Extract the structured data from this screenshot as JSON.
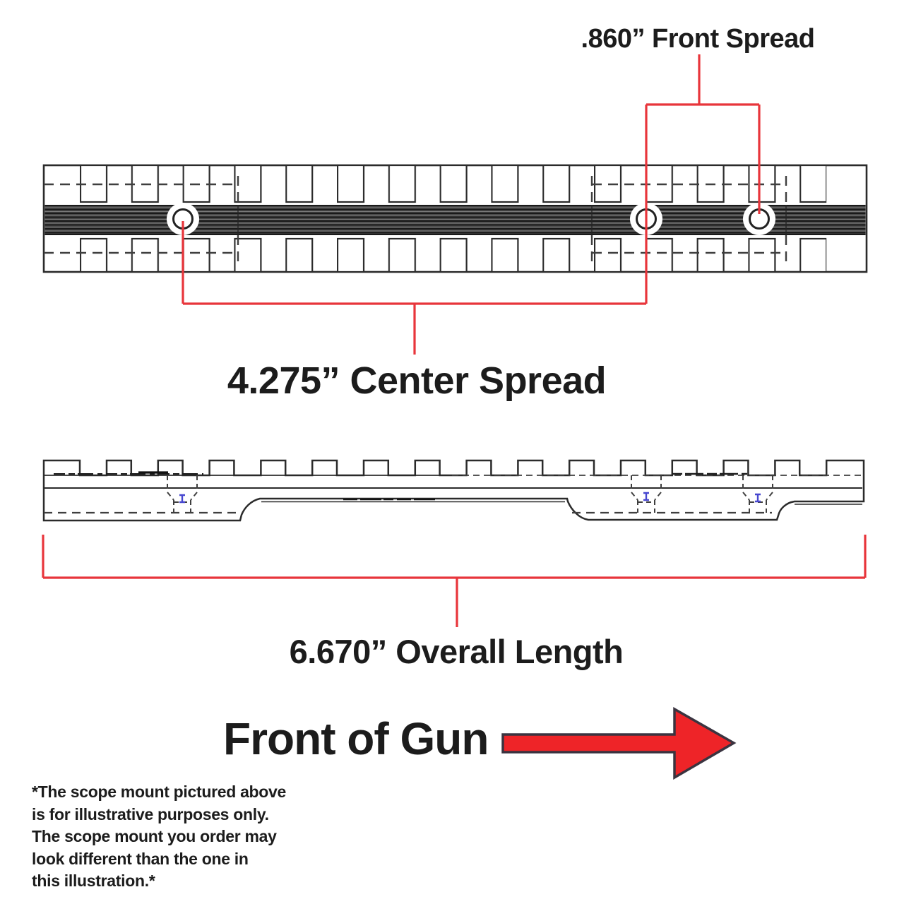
{
  "title": "Scope mount dimension diagram",
  "labels": {
    "front_spread": ".860” Front Spread",
    "center_spread": "4.275” Center Spread",
    "overall_length": "6.670” Overall Length",
    "front_of_gun": "Front of Gun"
  },
  "measurements": {
    "front_spread_inches": 0.86,
    "center_spread_inches": 4.275,
    "overall_length_inches": 6.67
  },
  "disclaimer": {
    "lines": [
      "*The scope mount pictured above",
      "is for illustrative purposes only.",
      "The scope mount you order may",
      "look different than the one in",
      "this illustration.*"
    ]
  },
  "colors": {
    "background": "#ffffff",
    "dimension_red": "#e8353b",
    "arrow_red": "#ee2428",
    "arrow_outline": "#3a3440",
    "drawing_black": "#2b2b2b",
    "rail_band_dark": "#474747",
    "hidden_line_gray": "#3f3f3f",
    "screw_mark_blue": "#4747cf",
    "text_black": "#1c1c1c"
  }
}
